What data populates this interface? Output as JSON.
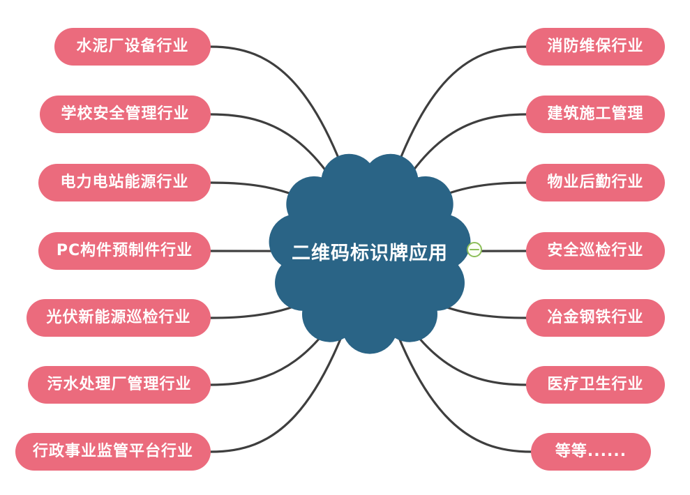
{
  "diagram": {
    "type": "mindmap",
    "background_color": "#FFFFFF",
    "root": {
      "label": "二维码标识牌应用",
      "shape": "cloud",
      "fill_color": "#2A6486",
      "text_color": "#FFFFFF"
    },
    "branch_style": {
      "fill_color": "#EB6B7D",
      "text_color": "#FFFFFF",
      "connector_color": "#3E3E3E"
    },
    "left_branches": [
      {
        "label": "水泥厂设备行业"
      },
      {
        "label": "学校安全管理行业"
      },
      {
        "label": "电力电站能源行业"
      },
      {
        "label": "PC构件预制件行业"
      },
      {
        "label": "光伏新能源巡检行业"
      },
      {
        "label": "污水处理厂管理行业"
      },
      {
        "label": "行政事业监管平台行业"
      }
    ],
    "right_branches": [
      {
        "label": "消防维保行业"
      },
      {
        "label": "建筑施工管理"
      },
      {
        "label": "物业后勤行业"
      },
      {
        "label": "安全巡检行业"
      },
      {
        "label": "冶金钢铁行业"
      },
      {
        "label": "医疗卫生行业"
      },
      {
        "label": "等等......"
      }
    ],
    "collapse_button": {
      "symbol": "−",
      "border_color": "#8CBE59",
      "fill_color": "#FBFFF8"
    }
  }
}
